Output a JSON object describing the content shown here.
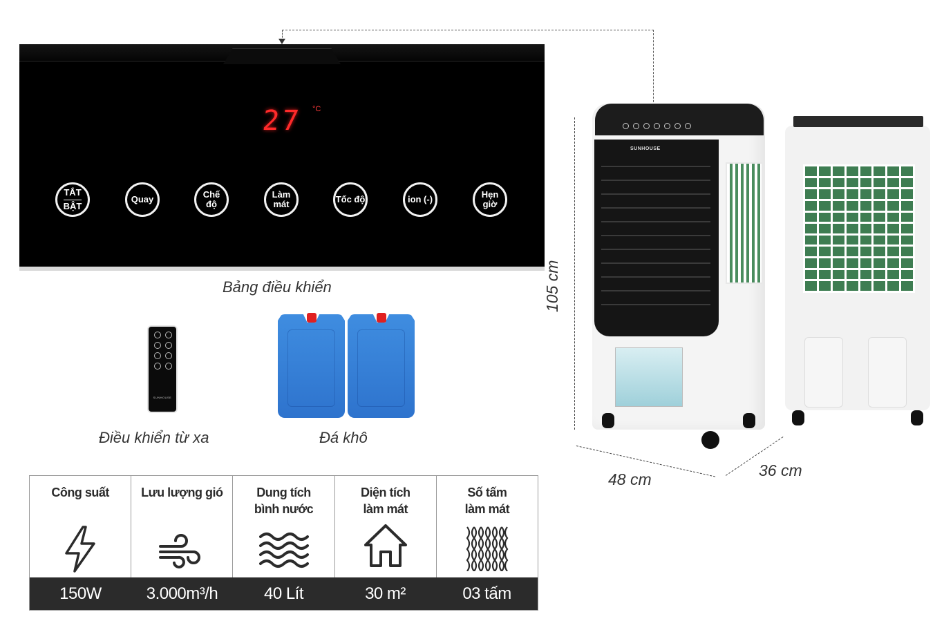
{
  "control_panel": {
    "display_temperature": "27",
    "display_unit": "°C",
    "buttons": [
      {
        "line1": "TẮT",
        "line2": "BẬT",
        "name": "power"
      },
      {
        "line1": "Quay",
        "line2": "",
        "name": "swing"
      },
      {
        "line1": "Chế độ",
        "line2": "",
        "name": "mode"
      },
      {
        "line1": "Làm",
        "line2": "mát",
        "name": "cool"
      },
      {
        "line1": "Tốc độ",
        "line2": "",
        "name": "speed"
      },
      {
        "line1": "ion (-)",
        "line2": "",
        "name": "ion"
      },
      {
        "line1": "Hẹn",
        "line2": "giờ",
        "name": "timer"
      }
    ],
    "caption": "Bảng điều khiển"
  },
  "accessories": {
    "remote": {
      "caption": "Điều khiển từ xa",
      "brand": "SUNHOUSE"
    },
    "ice_packs": {
      "caption": "Đá khô"
    }
  },
  "specs": [
    {
      "label_line1": "Công suất",
      "label_line2": "",
      "icon": "lightning-icon",
      "value": "150W"
    },
    {
      "label_line1": "Lưu lượng gió",
      "label_line2": "",
      "icon": "wind-icon",
      "value": "3.000m³/h"
    },
    {
      "label_line1": "Dung tích",
      "label_line2": "bình nước",
      "icon": "water-waves-icon",
      "value": "40 Lít"
    },
    {
      "label_line1": "Diện tích",
      "label_line2": "làm mát",
      "icon": "house-icon",
      "value": "30 m²"
    },
    {
      "label_line1": "Số tấm",
      "label_line2": "làm mát",
      "icon": "cooling-pad-icon",
      "value": "03 tấm"
    }
  ],
  "product": {
    "brand": "SUNHOUSE",
    "dimensions": {
      "height": "105 cm",
      "width": "48 cm",
      "depth": "36 cm"
    }
  },
  "colors": {
    "display_red": "#ff2a2a",
    "spec_bar": "#2b2b2b",
    "pad_green": "#3e7d52",
    "ice_blue": "#3a86dc"
  }
}
